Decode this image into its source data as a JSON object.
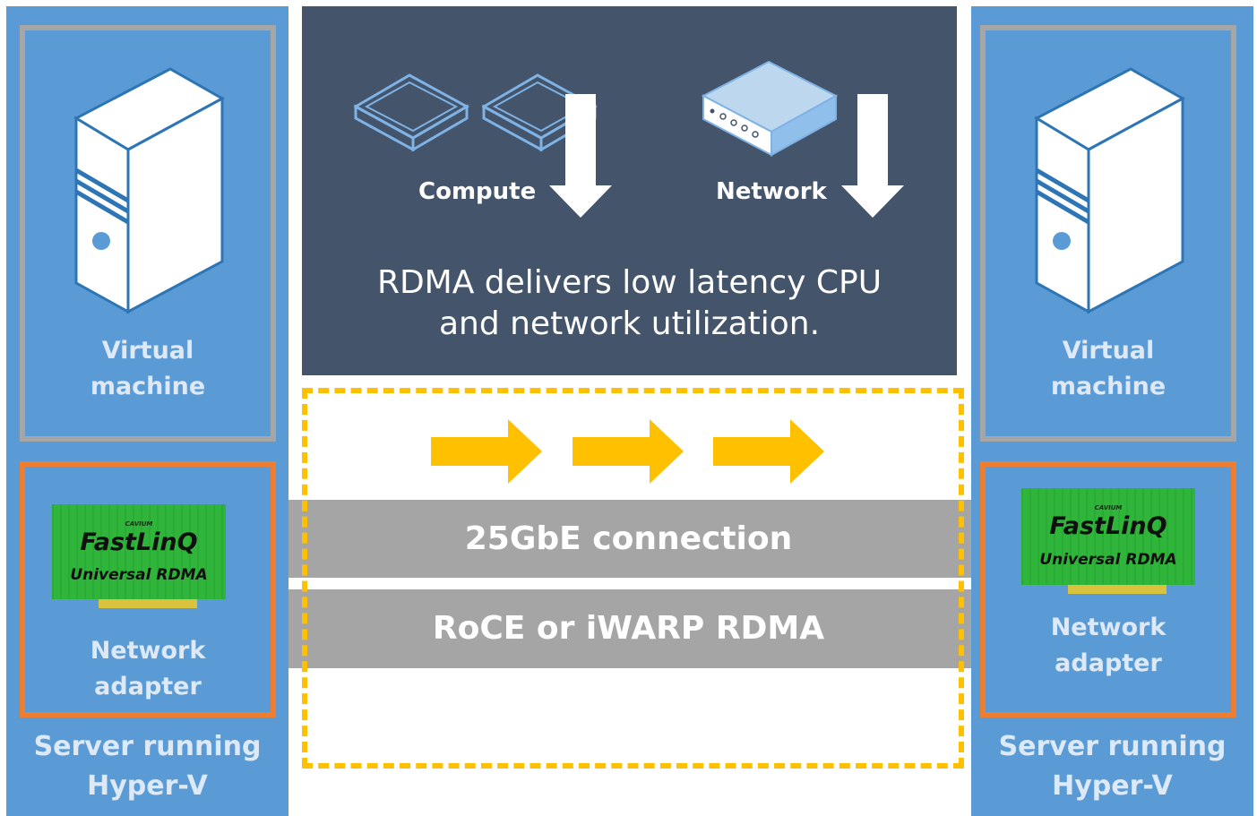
{
  "left_server": {
    "vm_label_line1": "Virtual",
    "vm_label_line2": "machine",
    "adapter_brand": "FastLinQ",
    "adapter_maker": "CAVIUM",
    "adapter_subtitle": "Universal RDMA",
    "adapter_label_line1": "Network",
    "adapter_label_line2": "adapter",
    "server_label_line1": "Server running",
    "server_label_line2": "Hyper-V"
  },
  "right_server": {
    "vm_label_line1": "Virtual",
    "vm_label_line2": "machine",
    "adapter_brand": "FastLinQ",
    "adapter_maker": "CAVIUM",
    "adapter_subtitle": "Universal RDMA",
    "adapter_label_line1": "Network",
    "adapter_label_line2": "adapter",
    "server_label_line1": "Server running",
    "server_label_line2": "Hyper-V"
  },
  "top_panel": {
    "compute_label": "Compute",
    "network_label": "Network",
    "message_line1": "RDMA delivers low latency CPU",
    "message_line2": "and network utilization."
  },
  "connection": {
    "bar1": "25GbE connection",
    "bar2": "RoCE or iWARP RDMA"
  },
  "colors": {
    "server_blue": "#5b9bd5",
    "panel_navy": "#44546a",
    "vm_border_gray": "#a6a6a6",
    "nic_border_orange": "#ed7d31",
    "arrow_yellow": "#ffc000",
    "bar_gray": "#a5a5a5",
    "card_green": "#2fb53a"
  },
  "icons": [
    "server-tower-icon",
    "blade-server-icon",
    "network-appliance-icon",
    "down-arrow-icon",
    "right-arrow-icon",
    "network-card-icon"
  ]
}
